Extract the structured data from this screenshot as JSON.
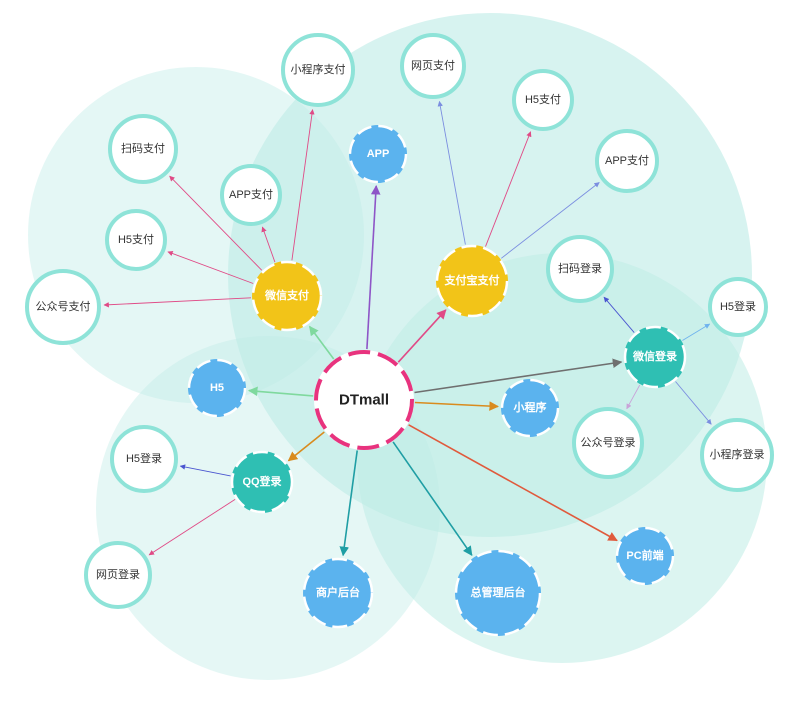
{
  "center": {
    "label": "DTmall"
  },
  "colors": {
    "bubble_fill": "#bfece6",
    "white_node_border": "#8ee3d8",
    "blue_node": "#5bb3ee",
    "yellow_node": "#f2c418",
    "teal_node": "#2fbfb3",
    "center_border": "#e8337e"
  },
  "hubs": {
    "wechat_pay": {
      "label": "微信支付"
    },
    "alipay": {
      "label": "支付宝支付"
    },
    "wechat_login": {
      "label": "微信登录"
    },
    "qq_login": {
      "label": "QQ登录"
    }
  },
  "direct_nodes": {
    "app": {
      "label": "APP"
    },
    "h5": {
      "label": "H5"
    },
    "mini_program": {
      "label": "小程序"
    },
    "pc_frontend": {
      "label": "PC前端"
    },
    "merchant_backend": {
      "label": "商户后台"
    },
    "admin_backend": {
      "label": "总管理后台"
    }
  },
  "leaves": {
    "wechat_pay": [
      {
        "label": "小程序支付"
      },
      {
        "label": "扫码支付"
      },
      {
        "label": "APP支付"
      },
      {
        "label": "H5支付"
      },
      {
        "label": "公众号支付"
      }
    ],
    "alipay": [
      {
        "label": "网页支付"
      },
      {
        "label": "H5支付"
      },
      {
        "label": "APP支付"
      }
    ],
    "wechat_login": [
      {
        "label": "扫码登录"
      },
      {
        "label": "H5登录"
      },
      {
        "label": "公众号登录"
      },
      {
        "label": "小程序登录"
      }
    ],
    "qq_login": [
      {
        "label": "H5登录"
      },
      {
        "label": "网页登录"
      }
    ]
  }
}
